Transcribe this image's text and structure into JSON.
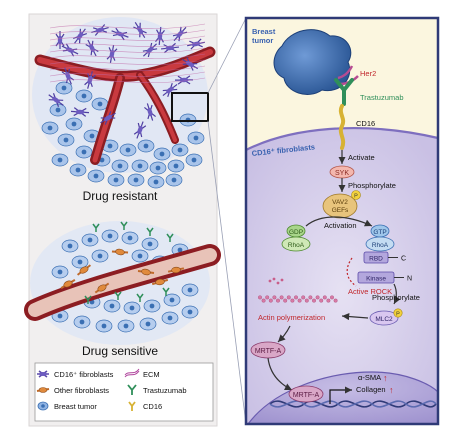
{
  "left": {
    "resistant_label": "Drug resistant",
    "sensitive_label": "Drug sensitive"
  },
  "legend": {
    "items": [
      {
        "icon": "cd16-fibroblast-icon",
        "label": "CD16⁺ fibroblasts"
      },
      {
        "icon": "ecm-icon",
        "label": "ECM"
      },
      {
        "icon": "other-fibroblast-icon",
        "label": "Other fibroblasts"
      },
      {
        "icon": "trastuzumab-icon",
        "label": "Trastuzumab"
      },
      {
        "icon": "breast-tumor-icon",
        "label": "Breast tumor"
      },
      {
        "icon": "cd16-icon",
        "label": "CD16"
      }
    ]
  },
  "pathway": {
    "tumor_label": "Breast\ntumor",
    "her2": "Her2",
    "trastuzumab": "Trastuzumab",
    "cd16": "CD16",
    "cell_label": "CD16⁺ fibroblasts",
    "activate": "Activate",
    "syk": "SYK",
    "phosphorylate_1": "Phosphorylate",
    "vav2_line1": "VAV2",
    "vav2_line2": "GEFs",
    "activation": "Activation",
    "gdp": "GDP",
    "gtp": "GTP",
    "rhoa_inactive": "RhoA",
    "rhoa_active": "RhoA",
    "rbd": "RBD",
    "c_term": "C",
    "kinase": "Kinase",
    "n_term": "N",
    "active_rock": "Active ROCK",
    "phosphorylate_2": "Phosphorylate",
    "actin_polymerization": "Actin polymerization",
    "mlc2": "MLC2",
    "mrtfa_cytoplasm": "MRTF-A",
    "mrtfa_nucleus": "MRTF-A",
    "alpha_sma": "α-SMA",
    "collagen": "Collagen",
    "phospho": "P"
  },
  "colors": {
    "cell_fill": "#d9d3ec",
    "nucleus_fill": "#b5a9d8",
    "tumor_fill": "#3a6fb3",
    "panel_border": "#2f3a77",
    "top_bg": "#fbf6df",
    "blue_text": "#3a62b0",
    "red_text": "#c1272d"
  }
}
